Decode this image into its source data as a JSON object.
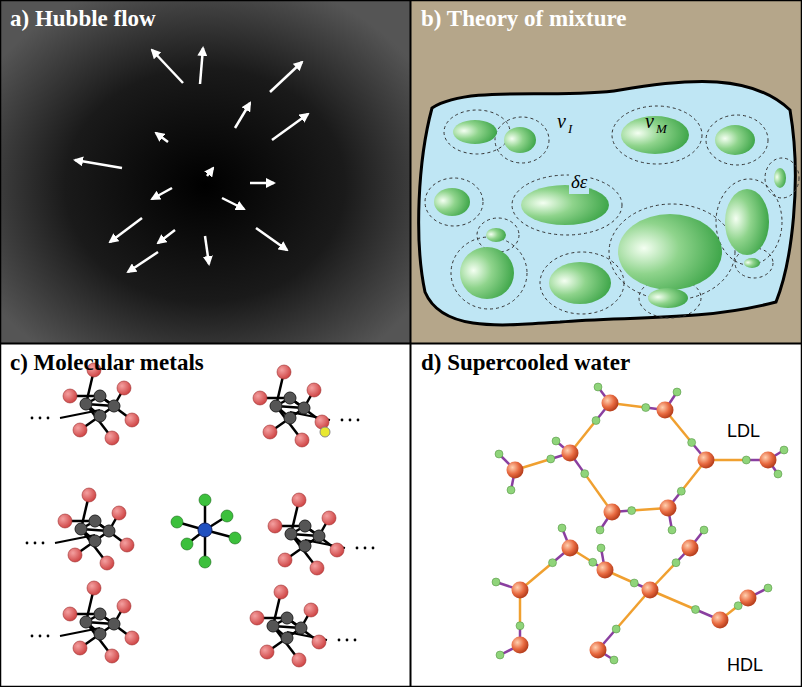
{
  "diagram": {
    "nodes": [
      {
        "text": [
          "a) Hubble flow"
        ]
      },
      {
        "text": [
          "b) Theory of mixture"
        ]
      },
      {
        "text": [
          "c) Molecular metals"
        ]
      },
      {
        "text": [
          "d) Supercooled water"
        ]
      }
    ],
    "labels": [
      "v",
      "I",
      "v",
      "M",
      "δε",
      "LDL",
      "HDL"
    ]
  }
}
